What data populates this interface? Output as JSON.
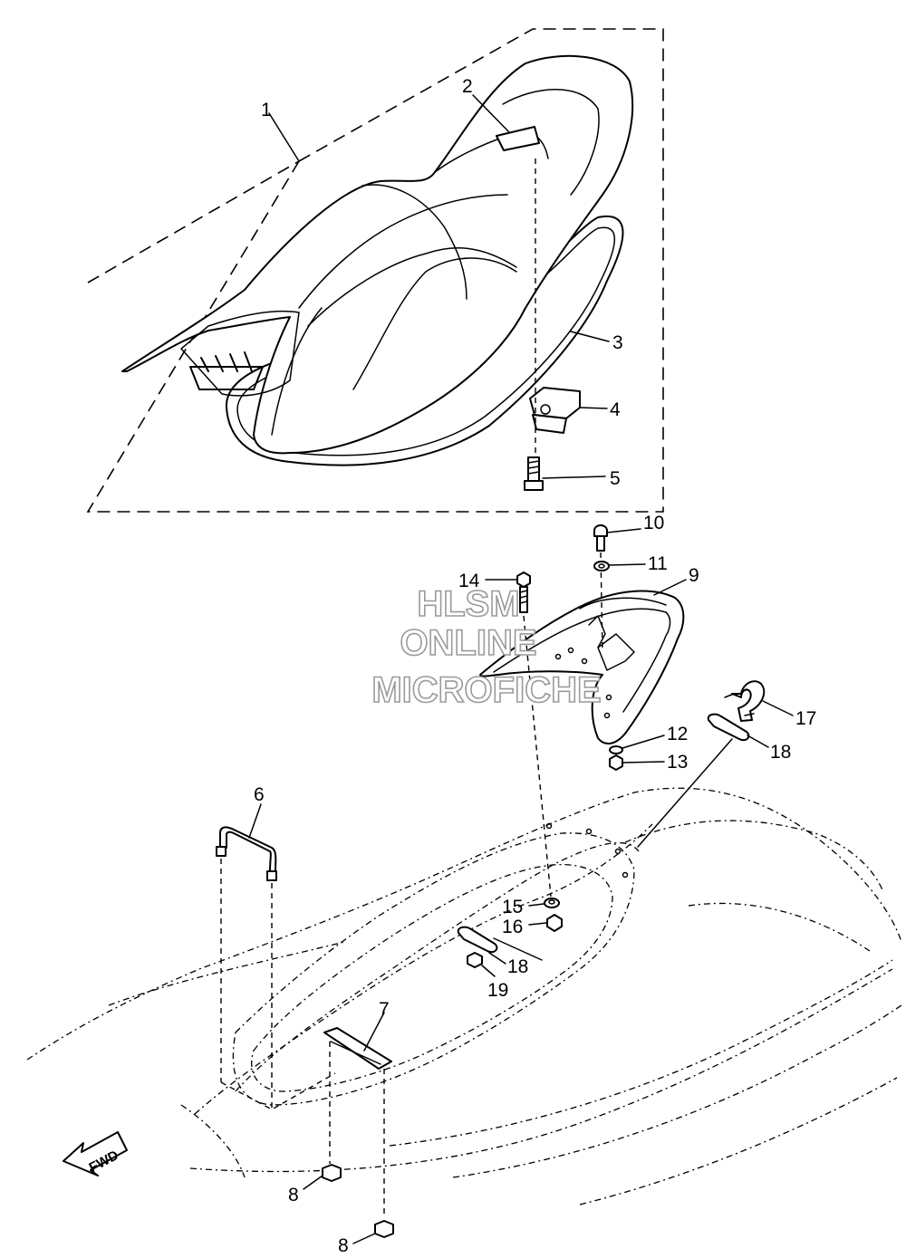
{
  "callouts": [
    {
      "id": "1",
      "text": "1"
    },
    {
      "id": "2",
      "text": "2"
    },
    {
      "id": "3",
      "text": "3"
    },
    {
      "id": "4",
      "text": "4"
    },
    {
      "id": "5",
      "text": "5"
    },
    {
      "id": "6",
      "text": "6"
    },
    {
      "id": "7",
      "text": "7"
    },
    {
      "id": "8a",
      "text": "8"
    },
    {
      "id": "8b",
      "text": "8"
    },
    {
      "id": "9",
      "text": "9"
    },
    {
      "id": "10",
      "text": "10"
    },
    {
      "id": "11",
      "text": "11"
    },
    {
      "id": "12",
      "text": "12"
    },
    {
      "id": "13",
      "text": "13"
    },
    {
      "id": "14",
      "text": "14"
    },
    {
      "id": "15",
      "text": "15"
    },
    {
      "id": "16",
      "text": "16"
    },
    {
      "id": "17",
      "text": "17"
    },
    {
      "id": "18a",
      "text": "18"
    },
    {
      "id": "18b",
      "text": "18"
    },
    {
      "id": "19",
      "text": "19"
    }
  ],
  "watermark": {
    "line1": "HLSM",
    "line2": "ONLINE",
    "line3": "MICROFICHE"
  },
  "direction_badge": {
    "text": "FWD",
    "icon": "arrow-forward-icon"
  },
  "colors": {
    "line": "#000000",
    "background": "#ffffff",
    "watermark_outline": "#9a9a9a"
  }
}
